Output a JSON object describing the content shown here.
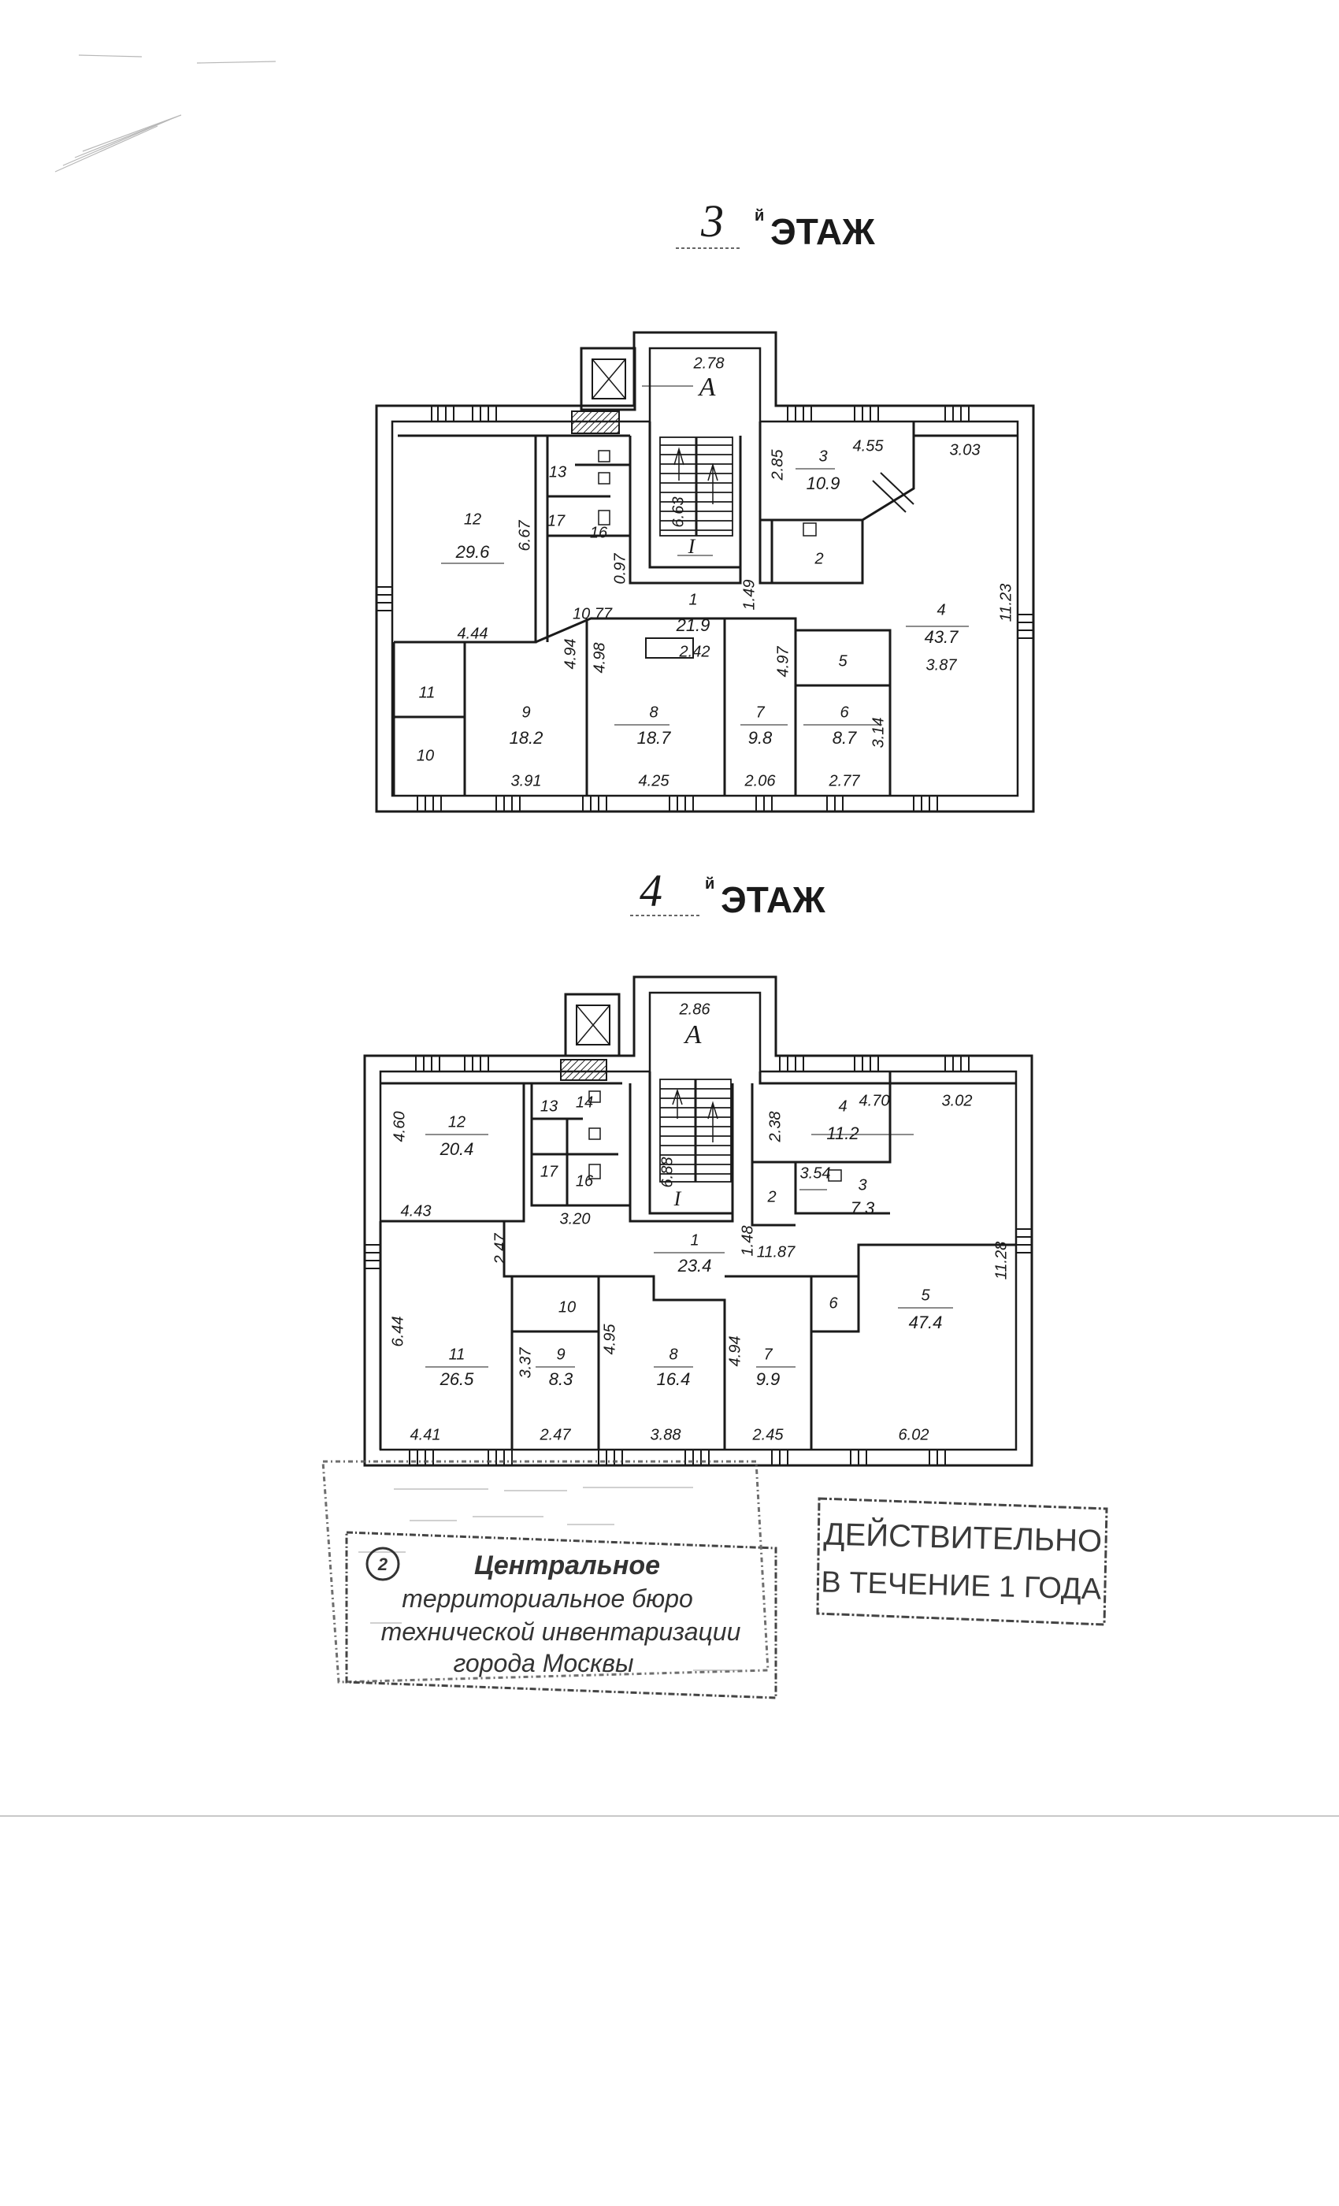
{
  "floor3": {
    "title_number": "3",
    "title_suffix": "й",
    "title_word": "ЭТАЖ",
    "stair": {
      "mark": "А",
      "dim_top": "2.78",
      "dim_side": "6.63",
      "label": "I"
    },
    "rooms": {
      "r1": {
        "num": "1",
        "area": "21.9",
        "d1": "10.77",
        "d2": "2.42",
        "d3": "1.49"
      },
      "r2": {
        "num": "2"
      },
      "r3": {
        "num": "3",
        "area": "10.9",
        "d1": "4.55",
        "d2": "2.85"
      },
      "r4": {
        "num": "4",
        "area": "43.7",
        "d1": "3.03",
        "d2": "11.23",
        "d3": "3.87"
      },
      "r5": {
        "num": "5"
      },
      "r6": {
        "num": "6",
        "area": "8.7",
        "d1": "2.77",
        "d2": "3.14"
      },
      "r7": {
        "num": "7",
        "area": "9.8",
        "d1": "2.06",
        "d2": "4.97"
      },
      "r8": {
        "num": "8",
        "area": "18.7",
        "d1": "4.25",
        "d2": "4.98"
      },
      "r9": {
        "num": "9",
        "area": "18.2",
        "d1": "3.91",
        "d2": "4.94"
      },
      "r10": {
        "num": "10"
      },
      "r11": {
        "num": "11"
      },
      "r12": {
        "num": "12",
        "area": "29.6",
        "d1": "4.44",
        "d2": "6.67"
      },
      "r13": {
        "num": "13"
      },
      "r16": {
        "num": "16"
      },
      "r17": {
        "num": "17"
      },
      "d097": "0.97"
    }
  },
  "floor4": {
    "title_number": "4",
    "title_suffix": "й",
    "title_word": "ЭТАЖ",
    "stair": {
      "mark": "А",
      "dim_top": "2.86",
      "dim_side": "6.88",
      "label": "I"
    },
    "rooms": {
      "r1": {
        "num": "1",
        "area": "23.4",
        "d1": "11.87",
        "d2": "1.48"
      },
      "r2": {
        "num": "2"
      },
      "r3": {
        "num": "3",
        "area": "7.3",
        "d1": "3.54"
      },
      "r4": {
        "num": "4",
        "area": "11.2",
        "d1": "4.70",
        "d2": "2.38"
      },
      "r5": {
        "num": "5",
        "area": "47.4",
        "d1": "3.02",
        "d2": "11.28",
        "d3": "6.02"
      },
      "r6": {
        "num": "6"
      },
      "r7": {
        "num": "7",
        "area": "9.9",
        "d1": "2.45",
        "d2": "4.94"
      },
      "r8": {
        "num": "8",
        "area": "16.4",
        "d1": "3.88",
        "d2": "4.95"
      },
      "r9": {
        "num": "9",
        "area": "8.3",
        "d1": "2.47",
        "d2": "3.37"
      },
      "r10": {
        "num": "10"
      },
      "r11": {
        "num": "11",
        "area": "26.5",
        "d1": "4.41",
        "d2": "6.44"
      },
      "r12": {
        "num": "12",
        "area": "20.4",
        "d1": "4.43",
        "d2": "4.60"
      },
      "r13": {
        "num": "13"
      },
      "r14": {
        "num": "14"
      },
      "r16": {
        "num": "16"
      },
      "r17": {
        "num": "17"
      },
      "d320": "3.20",
      "d247": "2.47"
    }
  },
  "stamp_bti": {
    "badge": "2",
    "line1": "Центральное",
    "line2": "территориальное бюро",
    "line3": "технической инвентаризации",
    "line4": "города Москвы"
  },
  "stamp_validity": {
    "line1": "ДЕЙСТВИТЕЛЬНО",
    "line2": "В ТЕЧЕНИЕ 1 ГОДА"
  },
  "colors": {
    "ink": "#1a1a1a",
    "hatch": "#222222",
    "stamp": "#444444",
    "paper": "#ffffff"
  }
}
